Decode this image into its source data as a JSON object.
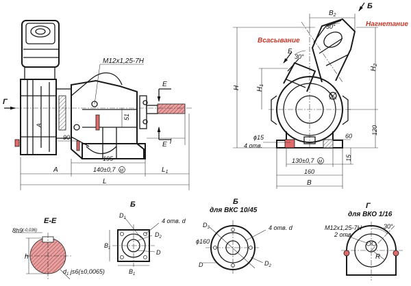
{
  "labels": {
    "thread_main": "M12x1,25-7H",
    "gamma_arrow": "Г",
    "e_top": "E",
    "e_bottom": "E",
    "a_small": "A",
    "dim_90": "90",
    "dim_195": "195",
    "dim_51": "51",
    "l_small": "l",
    "dim_A": "A",
    "dim_140": "140±0,7",
    "m_circle_1": "M",
    "dim_L1": "L",
    "dim_L1_sub": "1",
    "dim_L": "L",
    "b2": "B",
    "b2_sub": "2",
    "b_arrow": "Б",
    "nagnet": "Нагнетание",
    "vsas": "Всасывание",
    "angle_30a": "30°",
    "angle_30b": "30°",
    "b_arrow2": "Б",
    "dim_H": "H",
    "dim_H1": "H",
    "dim_H1_sub": "1",
    "dim_H2": "H",
    "dim_H2_sub": "2",
    "dim_120": "120",
    "dim_15": "15",
    "phi15": "ϕ15",
    "four_holes": "4 отв.",
    "dim_60": "60",
    "dim_130": "130±0,7",
    "m_circle_2": "M",
    "dim_160": "160",
    "dim_B": "B"
  },
  "views": {
    "ee": {
      "title": "E-E",
      "key": "8h9",
      "key_tol": "(-0,036)",
      "h": "h",
      "d1": "d",
      "d1_sub": "1",
      "d1_tol": " js6(±0,0065)"
    },
    "b1": {
      "title": "Б",
      "d1": "D",
      "d1_sub": "1",
      "holes": "4 отв. d",
      "d2": "D",
      "d2_sub": "2",
      "d": "D",
      "b1": "B",
      "b1_sub": "1",
      "b2": "B",
      "b2_sub": "1"
    },
    "b2": {
      "title": "Б",
      "subtitle": "для ВКС 10/45",
      "d3": "D",
      "d3_sub": "3",
      "holes": "4 отв. d",
      "phi160": "ϕ160",
      "d": "D",
      "d2": "D",
      "d2_sub": "2"
    },
    "g": {
      "title": "Г",
      "subtitle": "для ВКО 1/16",
      "thread": "M12x1,25-7H",
      "holes": "2 отв.",
      "angle": "30°",
      "r": "R"
    }
  }
}
